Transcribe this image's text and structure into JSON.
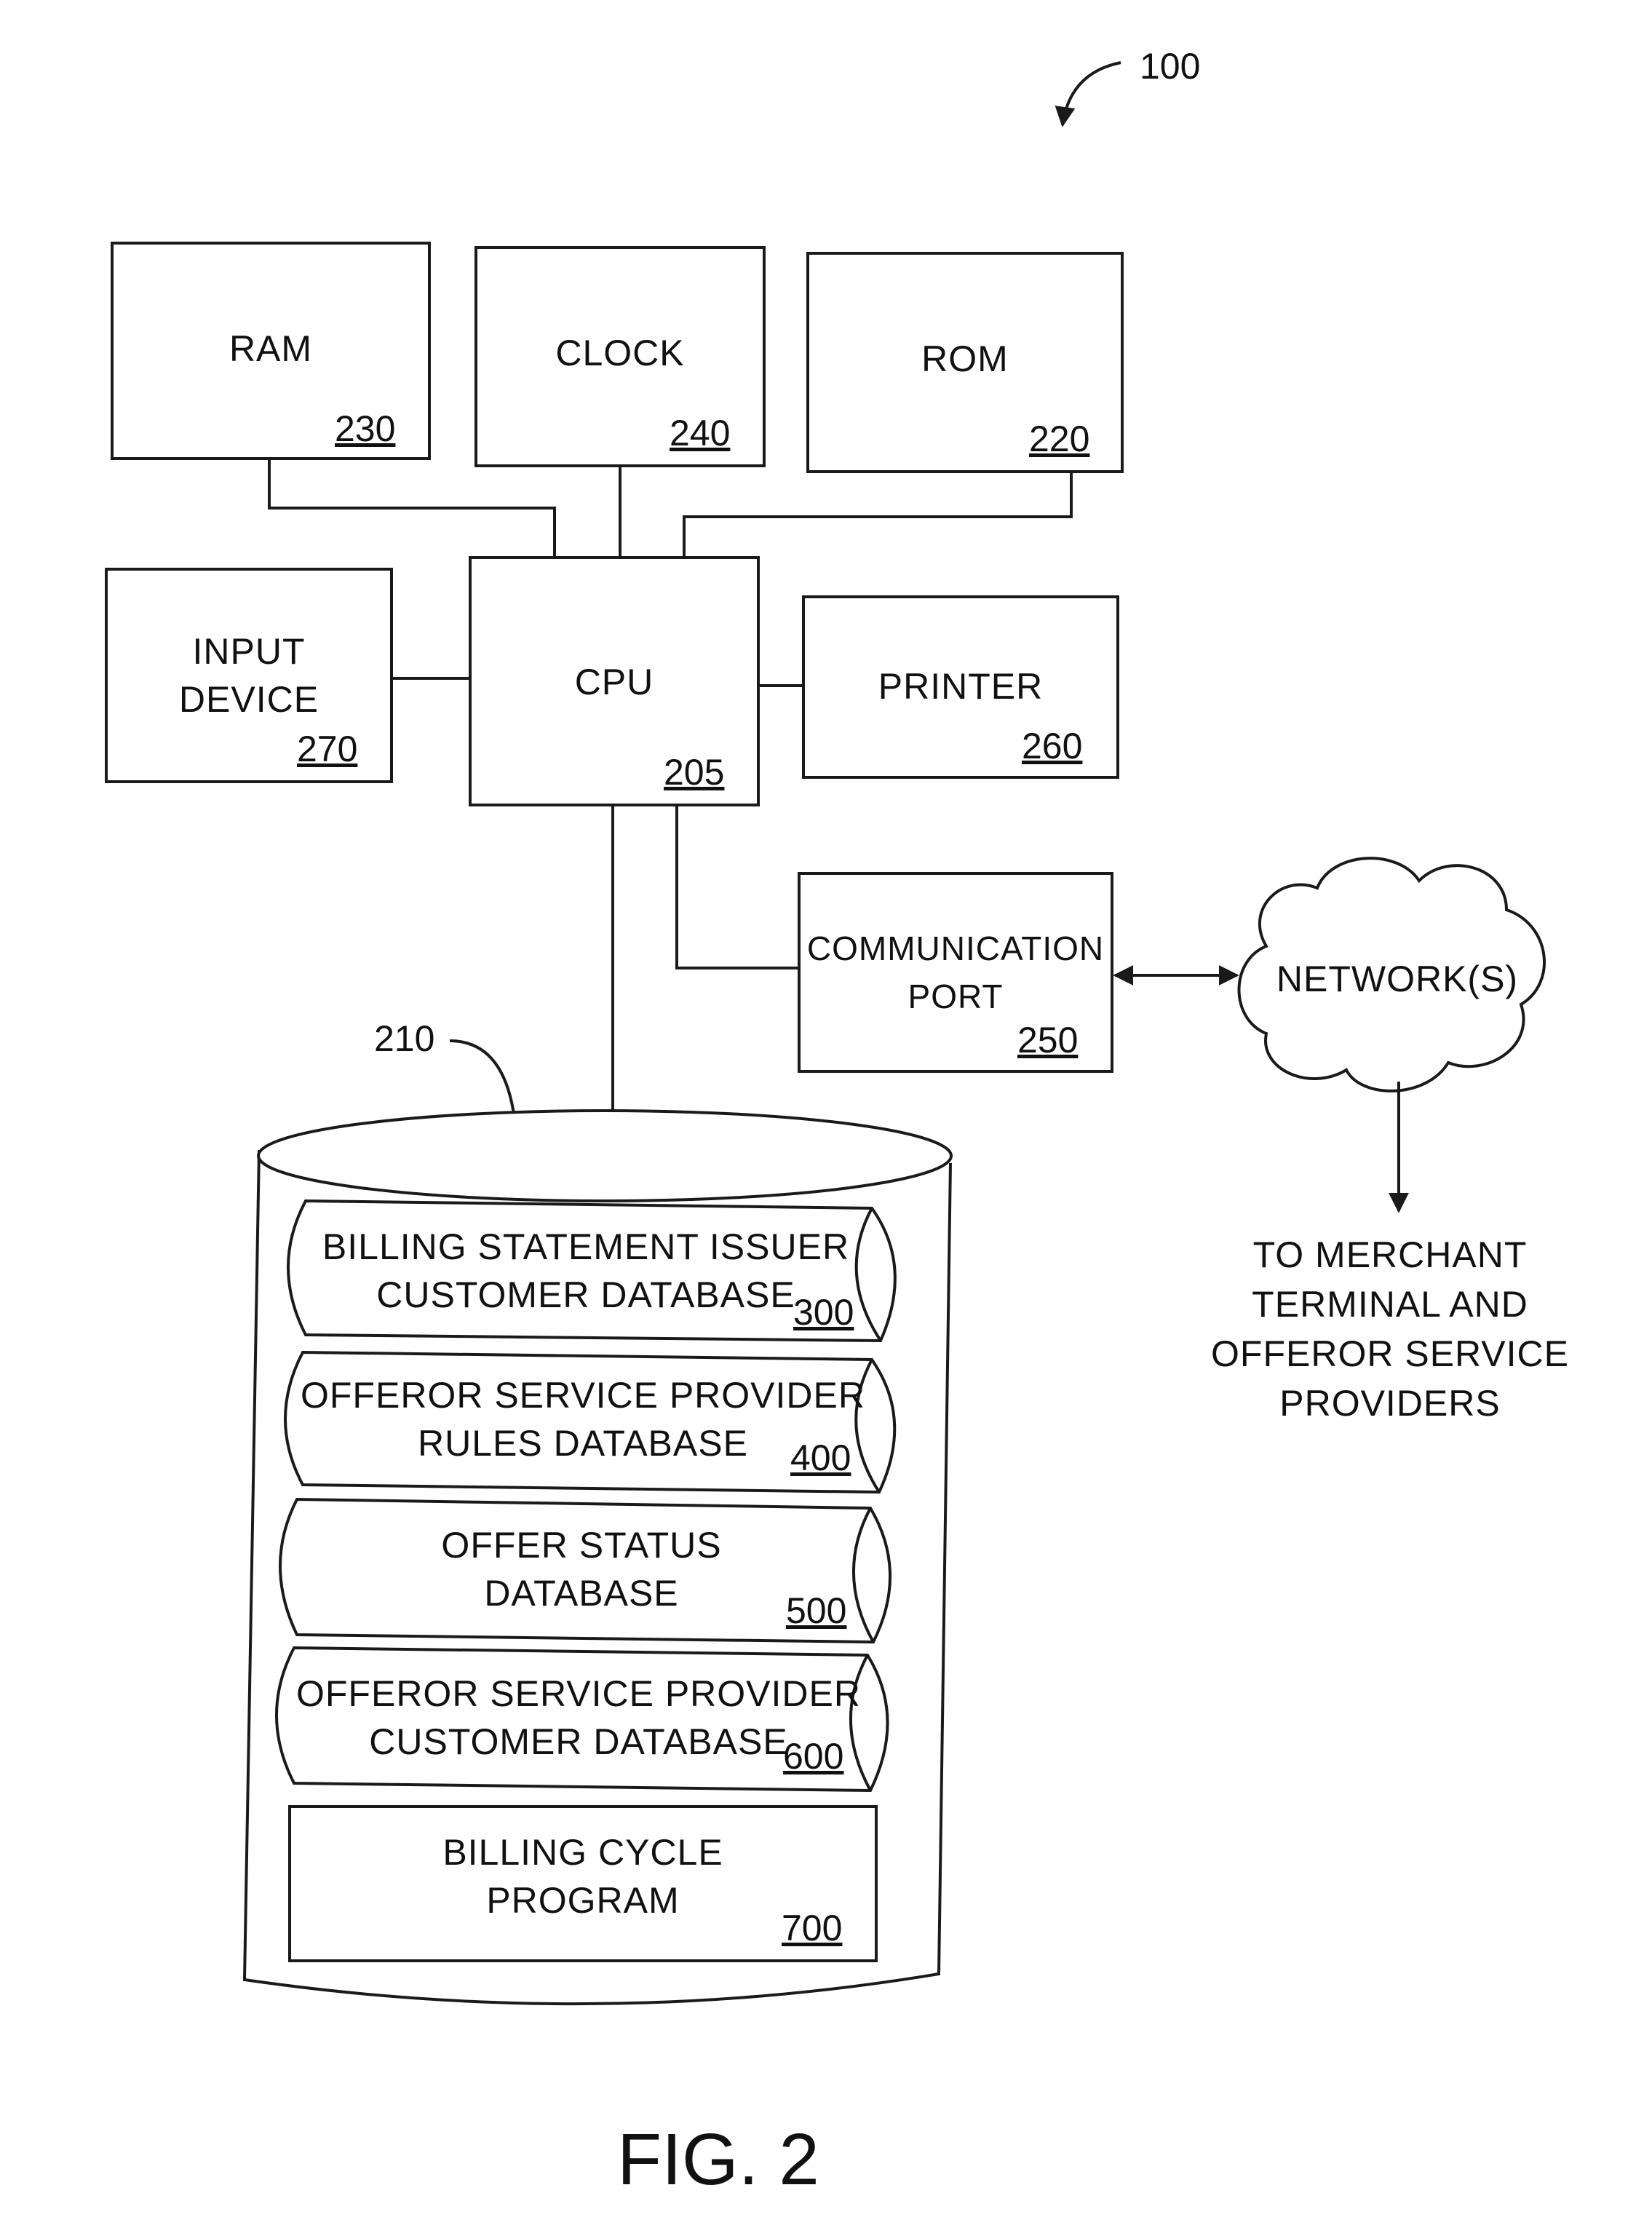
{
  "figure": {
    "ref_system": "100",
    "caption": "FIG. 2"
  },
  "boxes": {
    "ram": {
      "label": "RAM",
      "ref": "230"
    },
    "clock": {
      "label": "CLOCK",
      "ref": "240"
    },
    "rom": {
      "label": "ROM",
      "ref": "220"
    },
    "input": {
      "label": "INPUT\nDEVICE",
      "ref": "270"
    },
    "cpu": {
      "label": "CPU",
      "ref": "205"
    },
    "printer": {
      "label": "PRINTER",
      "ref": "260"
    },
    "comm": {
      "label": "COMMUNICATION\nPORT",
      "ref": "250"
    }
  },
  "network": {
    "label": "NETWORK(S)",
    "destination": "TO MERCHANT\nTERMINAL AND\nOFFEROR SERVICE\nPROVIDERS"
  },
  "storage": {
    "ref": "210",
    "items": [
      {
        "label": "BILLING STATEMENT ISSUER\nCUSTOMER DATABASE",
        "ref": "300"
      },
      {
        "label": "OFFEROR SERVICE PROVIDER\nRULES DATABASE",
        "ref": "400"
      },
      {
        "label": "OFFER STATUS\nDATABASE",
        "ref": "500"
      },
      {
        "label": "OFFEROR SERVICE PROVIDER\nCUSTOMER DATABASE",
        "ref": "600"
      },
      {
        "label": "BILLING CYCLE\nPROGRAM",
        "ref": "700"
      }
    ]
  }
}
